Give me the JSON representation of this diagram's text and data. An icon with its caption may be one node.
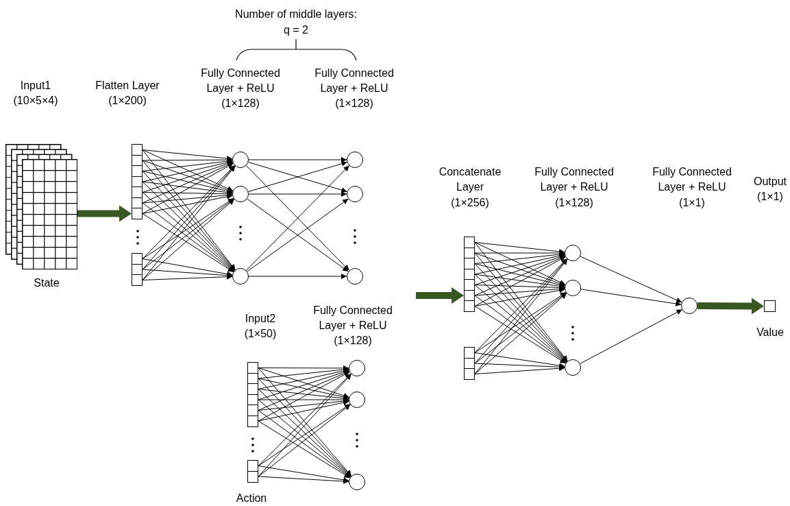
{
  "diagram": {
    "nodes": [
      {
        "text": [],
        "shape": "picture",
        "beside": [
          "State"
        ]
      },
      {
        "text": [],
        "shape": "box"
      },
      {
        "text": [],
        "shape": "box"
      },
      {
        "text": [],
        "shape": "box"
      },
      {
        "text": [],
        "shape": "box"
      },
      {
        "text": [],
        "shape": "box"
      },
      {
        "text": [],
        "shape": "box"
      },
      {
        "text": [],
        "shape": "box"
      },
      {
        "text": [],
        "shape": "box"
      },
      {
        "text": [],
        "shape": "box"
      },
      {
        "text": [],
        "shape": "box"
      },
      {
        "text": [],
        "shape": "circle"
      },
      {
        "text": [],
        "shape": "circle"
      },
      {
        "text": [],
        "shape": "circle"
      },
      {
        "text": [],
        "shape": "circle"
      },
      {
        "text": [],
        "shape": "circle"
      },
      {
        "text": [],
        "shape": "circle"
      },
      {
        "text": [],
        "shape": "box"
      },
      {
        "text": [],
        "shape": "box"
      },
      {
        "text": [],
        "shape": "box"
      },
      {
        "text": [],
        "shape": "box"
      },
      {
        "text": [],
        "shape": "box"
      },
      {
        "text": [],
        "shape": "box"
      },
      {
        "text": [],
        "shape": "box"
      },
      {
        "text": [],
        "shape": "box"
      },
      {
        "text": [],
        "shape": "circle"
      },
      {
        "text": [],
        "shape": "circle"
      },
      {
        "text": [],
        "shape": "circle"
      },
      {
        "text": [],
        "shape": "box"
      },
      {
        "text": [],
        "shape": "box"
      },
      {
        "text": [],
        "shape": "box"
      },
      {
        "text": [],
        "shape": "box"
      },
      {
        "text": [],
        "shape": "box"
      },
      {
        "text": [],
        "shape": "box"
      },
      {
        "text": [],
        "shape": "box"
      },
      {
        "text": [],
        "shape": "box"
      },
      {
        "text": [],
        "shape": "box"
      },
      {
        "text": [],
        "shape": "box"
      },
      {
        "text": [],
        "shape": "circle"
      },
      {
        "text": [],
        "shape": "circle"
      },
      {
        "text": [],
        "shape": "circle"
      },
      {
        "text": [],
        "shape": "circle"
      },
      {
        "text": [],
        "shape": "box",
        "beside": [
          "Value"
        ]
      }
    ],
    "edges": [
      {
        "from": 0,
        "to": 7,
        "arrow": "to",
        "style": "thick",
        "color": "#385723"
      },
      {
        "from": 1,
        "to": 11,
        "arrow": "to"
      },
      {
        "from": 1,
        "to": 12,
        "arrow": "to"
      },
      {
        "from": 1,
        "to": 13,
        "arrow": "to"
      },
      {
        "from": 2,
        "to": 11,
        "arrow": "to"
      },
      {
        "from": 2,
        "to": 12,
        "arrow": "to"
      },
      {
        "from": 2,
        "to": 13,
        "arrow": "to"
      },
      {
        "from": 3,
        "to": 11,
        "arrow": "to"
      },
      {
        "from": 3,
        "to": 12,
        "arrow": "to"
      },
      {
        "from": 3,
        "to": 13,
        "arrow": "to"
      },
      {
        "from": 4,
        "to": 11,
        "arrow": "to"
      },
      {
        "from": 4,
        "to": 12,
        "arrow": "to"
      },
      {
        "from": 4,
        "to": 13,
        "arrow": "to"
      },
      {
        "from": 5,
        "to": 11,
        "arrow": "to"
      },
      {
        "from": 5,
        "to": 12,
        "arrow": "to"
      },
      {
        "from": 5,
        "to": 13,
        "arrow": "to"
      },
      {
        "from": 6,
        "to": 11,
        "arrow": "to"
      },
      {
        "from": 6,
        "to": 12,
        "arrow": "to"
      },
      {
        "from": 6,
        "to": 13,
        "arrow": "to"
      },
      {
        "from": 7,
        "to": 11,
        "arrow": "to"
      },
      {
        "from": 7,
        "to": 12,
        "arrow": "to"
      },
      {
        "from": 7,
        "to": 13,
        "arrow": "to"
      },
      {
        "from": 8,
        "to": 11,
        "arrow": "to"
      },
      {
        "from": 8,
        "to": 12,
        "arrow": "to"
      },
      {
        "from": 8,
        "to": 13,
        "arrow": "to"
      },
      {
        "from": 9,
        "to": 11,
        "arrow": "to"
      },
      {
        "from": 9,
        "to": 12,
        "arrow": "to"
      },
      {
        "from": 9,
        "to": 13,
        "arrow": "to"
      },
      {
        "from": 10,
        "to": 11,
        "arrow": "to"
      },
      {
        "from": 10,
        "to": 12,
        "arrow": "to"
      },
      {
        "from": 10,
        "to": 13,
        "arrow": "to"
      },
      {
        "from": 11,
        "to": 14,
        "arrow": "to"
      },
      {
        "from": 11,
        "to": 15,
        "arrow": "to"
      },
      {
        "from": 11,
        "to": 16,
        "arrow": "to"
      },
      {
        "from": 12,
        "to": 14,
        "arrow": "to"
      },
      {
        "from": 12,
        "to": 15,
        "arrow": "to"
      },
      {
        "from": 12,
        "to": 16,
        "arrow": "to"
      },
      {
        "from": 13,
        "to": 14,
        "arrow": "to"
      },
      {
        "from": 13,
        "to": 15,
        "arrow": "to"
      },
      {
        "from": 13,
        "to": 16,
        "arrow": "to"
      },
      {
        "from": 17,
        "to": 25,
        "arrow": "to"
      },
      {
        "from": 17,
        "to": 26,
        "arrow": "to"
      },
      {
        "from": 17,
        "to": 27,
        "arrow": "to"
      },
      {
        "from": 18,
        "to": 25,
        "arrow": "to"
      },
      {
        "from": 18,
        "to": 26,
        "arrow": "to"
      },
      {
        "from": 18,
        "to": 27,
        "arrow": "to"
      },
      {
        "from": 19,
        "to": 25,
        "arrow": "to"
      },
      {
        "from": 19,
        "to": 26,
        "arrow": "to"
      },
      {
        "from": 19,
        "to": 27,
        "arrow": "to"
      },
      {
        "from": 20,
        "to": 25,
        "arrow": "to"
      },
      {
        "from": 20,
        "to": 26,
        "arrow": "to"
      },
      {
        "from": 20,
        "to": 27,
        "arrow": "to"
      },
      {
        "from": 21,
        "to": 25,
        "arrow": "to"
      },
      {
        "from": 21,
        "to": 26,
        "arrow": "to"
      },
      {
        "from": 21,
        "to": 27,
        "arrow": "to"
      },
      {
        "from": 22,
        "to": 25,
        "arrow": "to"
      },
      {
        "from": 22,
        "to": 26,
        "arrow": "to"
      },
      {
        "from": 22,
        "to": 27,
        "arrow": "to"
      },
      {
        "from": 23,
        "to": 25,
        "arrow": "to"
      },
      {
        "from": 23,
        "to": 26,
        "arrow": "to"
      },
      {
        "from": 23,
        "to": 27,
        "arrow": "to"
      },
      {
        "from": 24,
        "to": 25,
        "arrow": "to"
      },
      {
        "from": 24,
        "to": 26,
        "arrow": "to"
      },
      {
        "from": 24,
        "to": 27,
        "arrow": "to"
      },
      {
        "from": null,
        "to": 33,
        "arrow": "to",
        "style": "thick",
        "color": "#385723"
      },
      {
        "from": 28,
        "to": 38,
        "arrow": "to"
      },
      {
        "from": 28,
        "to": 39,
        "arrow": "to"
      },
      {
        "from": 28,
        "to": 40,
        "arrow": "to"
      },
      {
        "from": 29,
        "to": 38,
        "arrow": "to"
      },
      {
        "from": 29,
        "to": 39,
        "arrow": "to"
      },
      {
        "from": 29,
        "to": 40,
        "arrow": "to"
      },
      {
        "from": 30,
        "to": 38,
        "arrow": "to"
      },
      {
        "from": 30,
        "to": 39,
        "arrow": "to"
      },
      {
        "from": 30,
        "to": 40,
        "arrow": "to"
      },
      {
        "from": 31,
        "to": 38,
        "arrow": "to"
      },
      {
        "from": 31,
        "to": 39,
        "arrow": "to"
      },
      {
        "from": 31,
        "to": 40,
        "arrow": "to"
      },
      {
        "from": 32,
        "to": 38,
        "arrow": "to"
      },
      {
        "from": 32,
        "to": 39,
        "arrow": "to"
      },
      {
        "from": 32,
        "to": 40,
        "arrow": "to"
      },
      {
        "from": 33,
        "to": 38,
        "arrow": "to"
      },
      {
        "from": 33,
        "to": 39,
        "arrow": "to"
      },
      {
        "from": 33,
        "to": 40,
        "arrow": "to"
      },
      {
        "from": 34,
        "to": 38,
        "arrow": "to"
      },
      {
        "from": 34,
        "to": 39,
        "arrow": "to"
      },
      {
        "from": 34,
        "to": 40,
        "arrow": "to"
      },
      {
        "from": 35,
        "to": 38,
        "arrow": "to"
      },
      {
        "from": 35,
        "to": 39,
        "arrow": "to"
      },
      {
        "from": 35,
        "to": 40,
        "arrow": "to"
      },
      {
        "from": 36,
        "to": 38,
        "arrow": "to"
      },
      {
        "from": 36,
        "to": 39,
        "arrow": "to"
      },
      {
        "from": 36,
        "to": 40,
        "arrow": "to"
      },
      {
        "from": 37,
        "to": 38,
        "arrow": "to"
      },
      {
        "from": 37,
        "to": 39,
        "arrow": "to"
      },
      {
        "from": 37,
        "to": 40,
        "arrow": "to"
      },
      {
        "from": 38,
        "to": 41,
        "arrow": "to"
      },
      {
        "from": 39,
        "to": 41,
        "arrow": "to"
      },
      {
        "from": 40,
        "to": 41,
        "arrow": "to"
      },
      {
        "from": 41,
        "to": 42,
        "arrow": "to",
        "style": "thick",
        "color": "#385723"
      }
    ],
    "labels": [
      "Number of middle layers:",
      "q = 2",
      "Input1",
      "(10×5×4)",
      "Flatten Layer",
      "(1×200)",
      "Fully Connected Layer + ReLU",
      "(1×128)",
      "Fully Connected Layer + ReLU",
      "(1×128)",
      "Concatenate Layer",
      "(1×256)",
      "Fully Connected Layer + ReLU",
      "(1×128)",
      "Fully Connected Layer + ReLU",
      "(1×1)",
      "Output",
      "(1×1)",
      "Input2",
      "(1×50)",
      "Fully Connected Layer + ReLU",
      "(1×128)",
      "Action"
    ]
  }
}
